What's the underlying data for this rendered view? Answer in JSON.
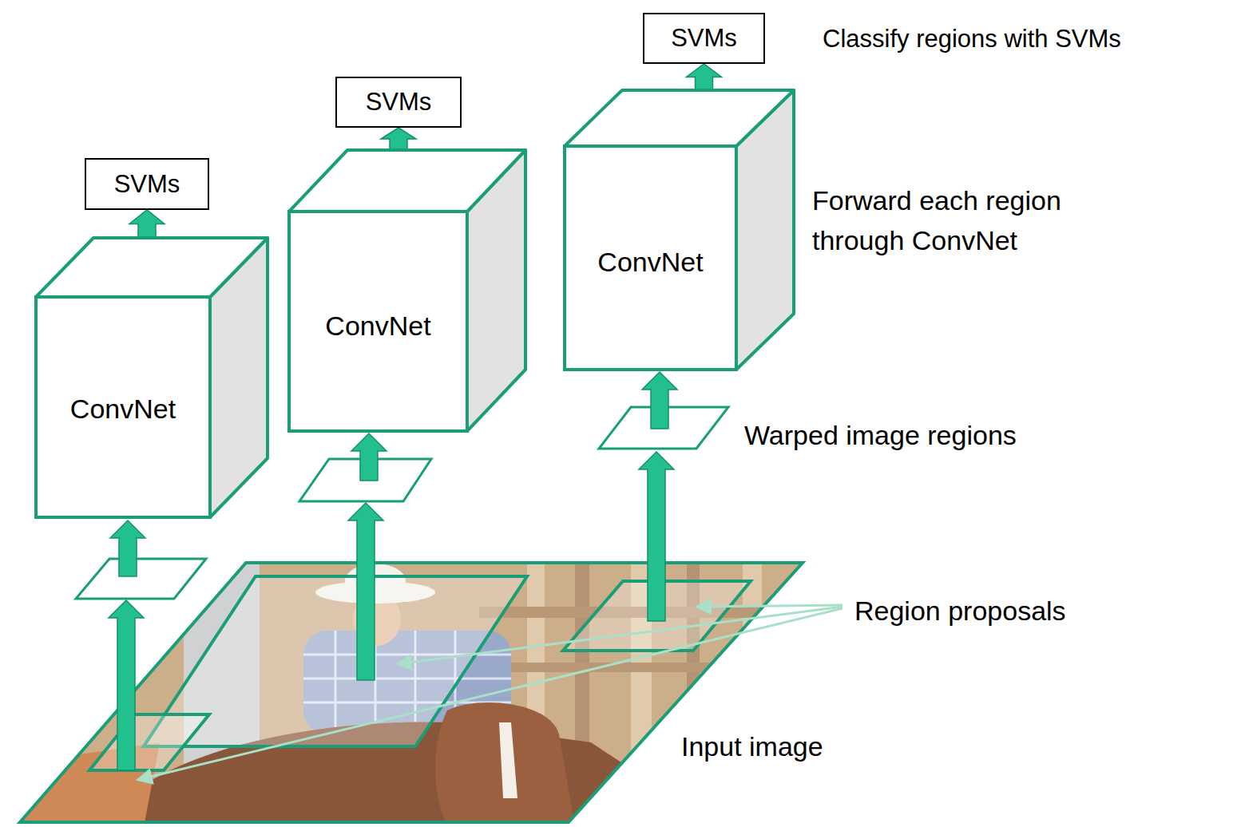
{
  "diagram": {
    "nodes": [
      {
        "text": [
          "SVMs"
        ]
      },
      {
        "text": [
          "ConvNet"
        ]
      },
      {
        "text": [
          "SVMs"
        ]
      },
      {
        "text": [
          "ConvNet"
        ]
      },
      {
        "text": [
          "SVMs"
        ]
      },
      {
        "text": [
          "ConvNet"
        ]
      }
    ],
    "edges": [
      {
        "from": 1,
        "to": 0,
        "arrow": "to"
      },
      {
        "from": 3,
        "to": 2,
        "arrow": "to"
      },
      {
        "from": 5,
        "to": 4,
        "arrow": "to"
      }
    ],
    "labels": [
      "Classify regions with SVMs",
      "Forward each region through ConvNet",
      "Warped image regions",
      "Region proposals",
      "Input image"
    ]
  }
}
